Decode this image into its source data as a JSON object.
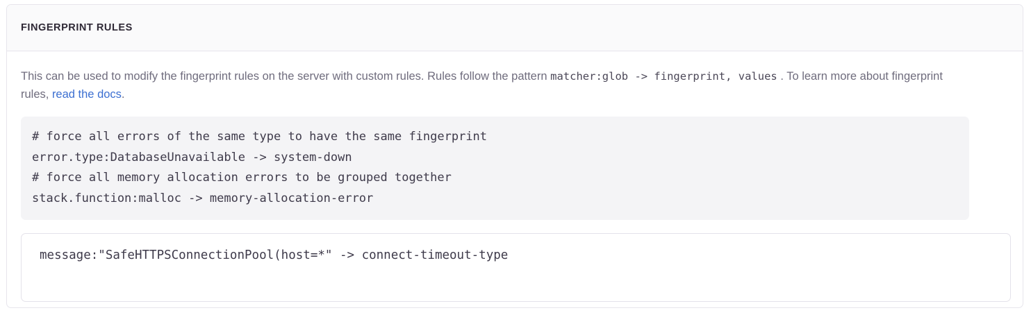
{
  "panel": {
    "title": "FINGERPRINT RULES"
  },
  "description": {
    "part1": "This can be used to modify the fingerprint rules on the server with custom rules. Rules follow the pattern ",
    "inline_code": "matcher:glob -> fingerprint, values",
    "part2": " . To learn more about fingerprint rules, ",
    "link_label": "read the docs",
    "part3": "."
  },
  "code_block": {
    "lines": [
      "# force all errors of the same type to have the same fingerprint",
      "error.type:DatabaseUnavailable -> system-down",
      "# force all memory allocation errors to be grouped together",
      "stack.function:malloc -> memory-allocation-error"
    ]
  },
  "rules_input": {
    "value": "message:\"SafeHTTPSConnectionPool(host=*\" -> connect-timeout-type",
    "placeholder": ""
  },
  "colors": {
    "panel_border": "#e7e5ec",
    "header_bg": "#fafafb",
    "title": "#2f2936",
    "body_text": "#6f6c7d",
    "link": "#3c6fd1",
    "code_bg": "#f4f4f6",
    "code_text": "#3e3a4a"
  }
}
